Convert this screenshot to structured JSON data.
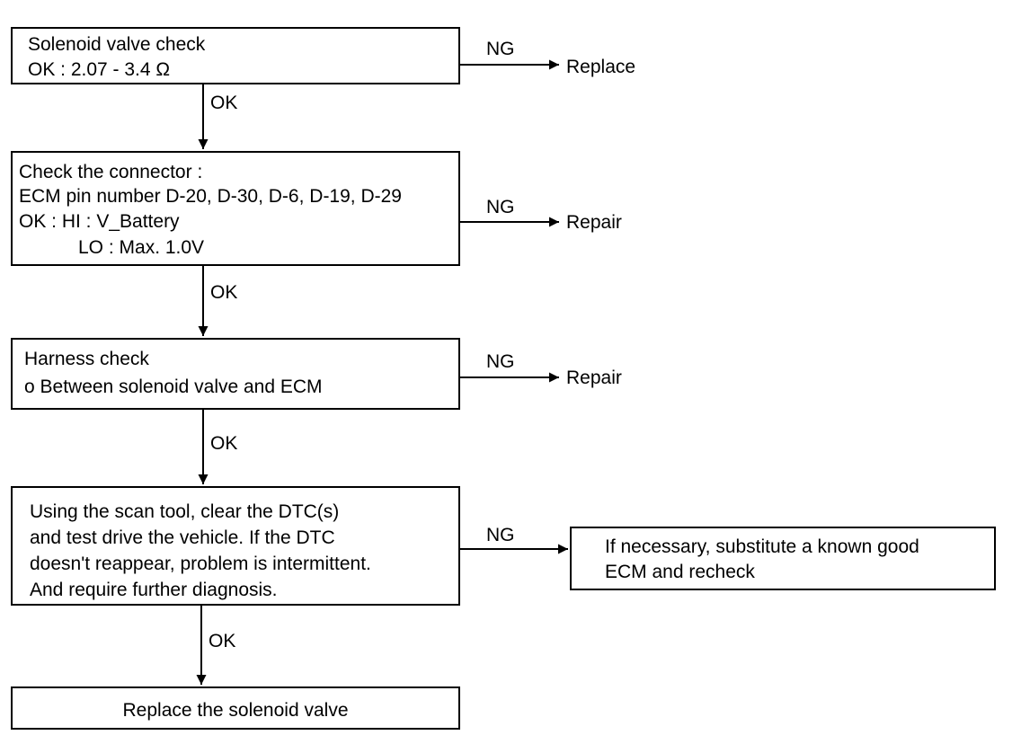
{
  "steps": [
    {
      "lines": [
        "Solenoid valve check",
        "OK : 2.07 - 3.4 Ω"
      ],
      "ng_label": "NG",
      "ng_result": "Replace",
      "ok_label": "OK"
    },
    {
      "lines": [
        "Check the connector :",
        "ECM pin number D-20, D-30, D-6, D-19, D-29",
        "OK : HI : V_Battery",
        "LO : Max. 1.0V"
      ],
      "ng_label": "NG",
      "ng_result": "Repair",
      "ok_label": "OK"
    },
    {
      "lines": [
        "Harness check",
        "o Between solenoid valve and  ECM"
      ],
      "ng_label": "NG",
      "ng_result": "Repair",
      "ok_label": "OK"
    },
    {
      "lines": [
        "Using the scan tool, clear the DTC(s)",
        "and test drive the vehicle. If the DTC",
        "doesn't reappear, problem is intermittent.",
        "And require further diagnosis."
      ],
      "ng_label": "NG",
      "ng_result_lines": [
        "If necessary, substitute a known good",
        "ECM and recheck"
      ],
      "ok_label": "OK"
    }
  ],
  "final_step": "Replace the solenoid valve"
}
